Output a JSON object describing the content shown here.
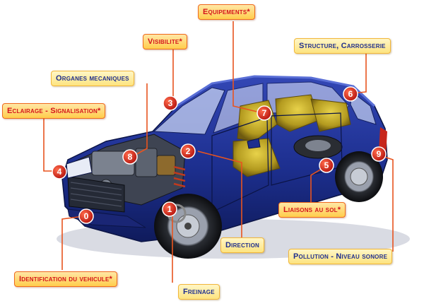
{
  "colors": {
    "blue_label_text": "#1f2f8e",
    "red_label_text": "#d4141a",
    "label_fill": "#fde480",
    "leader_line": "#e8541f",
    "badge_red": "#d8231c",
    "car_body": "#1d2f8f"
  },
  "labels": {
    "equipements": "Equipements*",
    "structure": "Structure, Carrosserie",
    "visibilite": "Visibilite*",
    "organes": "Organes mecaniques",
    "eclairage": "Eclairage - Signalisation*",
    "liaisons": "Liaisons au sol*",
    "direction": "Direction",
    "pollution": "Pollution - Niveau sonore",
    "identification": "Identification du vehicule*",
    "freinage": "Freinage"
  },
  "badges": {
    "b0": "0",
    "b1": "1",
    "b2": "2",
    "b3": "3",
    "b4": "4",
    "b5": "5",
    "b6": "6",
    "b7": "7",
    "b8": "8",
    "b9": "9"
  }
}
